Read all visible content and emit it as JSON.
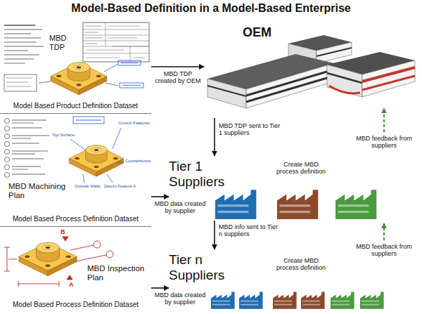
{
  "diagram": {
    "title": "Model-Based Definition in a Model-Based Enterprise",
    "nodes": [
      {
        "text": [
          "MBD TDP",
          "Model Based Product Definition Dataset"
        ]
      },
      {
        "text": [
          "MBD Machining Plan",
          "Model Based Process Definition Dataset"
        ]
      },
      {
        "text": [
          "MBD Inspection Plan",
          "Model Based Process Definition Dataset"
        ]
      },
      {
        "text": [
          "OEM"
        ]
      },
      {
        "text": [
          "Tier 1 Suppliers"
        ]
      },
      {
        "text": [
          "Tier n Suppliers"
        ]
      }
    ],
    "edges": [
      {
        "from": 0,
        "to": 3,
        "arrow": "to",
        "label": "MBD TDP created by OEM"
      },
      {
        "from": 3,
        "to": 4,
        "arrow": "to",
        "label": "MBD TDP sent to Tier 1 suppliers"
      },
      {
        "from": 1,
        "to": 4,
        "arrow": "to",
        "label": "MBD data created by supplier"
      },
      {
        "from": 4,
        "to": 5,
        "arrow": "to",
        "label": "MBD info sent to Tier n suppliers"
      },
      {
        "from": 2,
        "to": 5,
        "arrow": "to",
        "label": "MBD data created by supplier"
      }
    ],
    "labels": [
      "Create MBD process definition",
      "MBD feedback from suppliers",
      "Create MBD process definition",
      "MBD feedback from suppliers",
      "Control Features",
      "Top Surface",
      "Counterbores",
      "Outside Walls",
      "Datum Feature A",
      "B",
      "A"
    ]
  }
}
